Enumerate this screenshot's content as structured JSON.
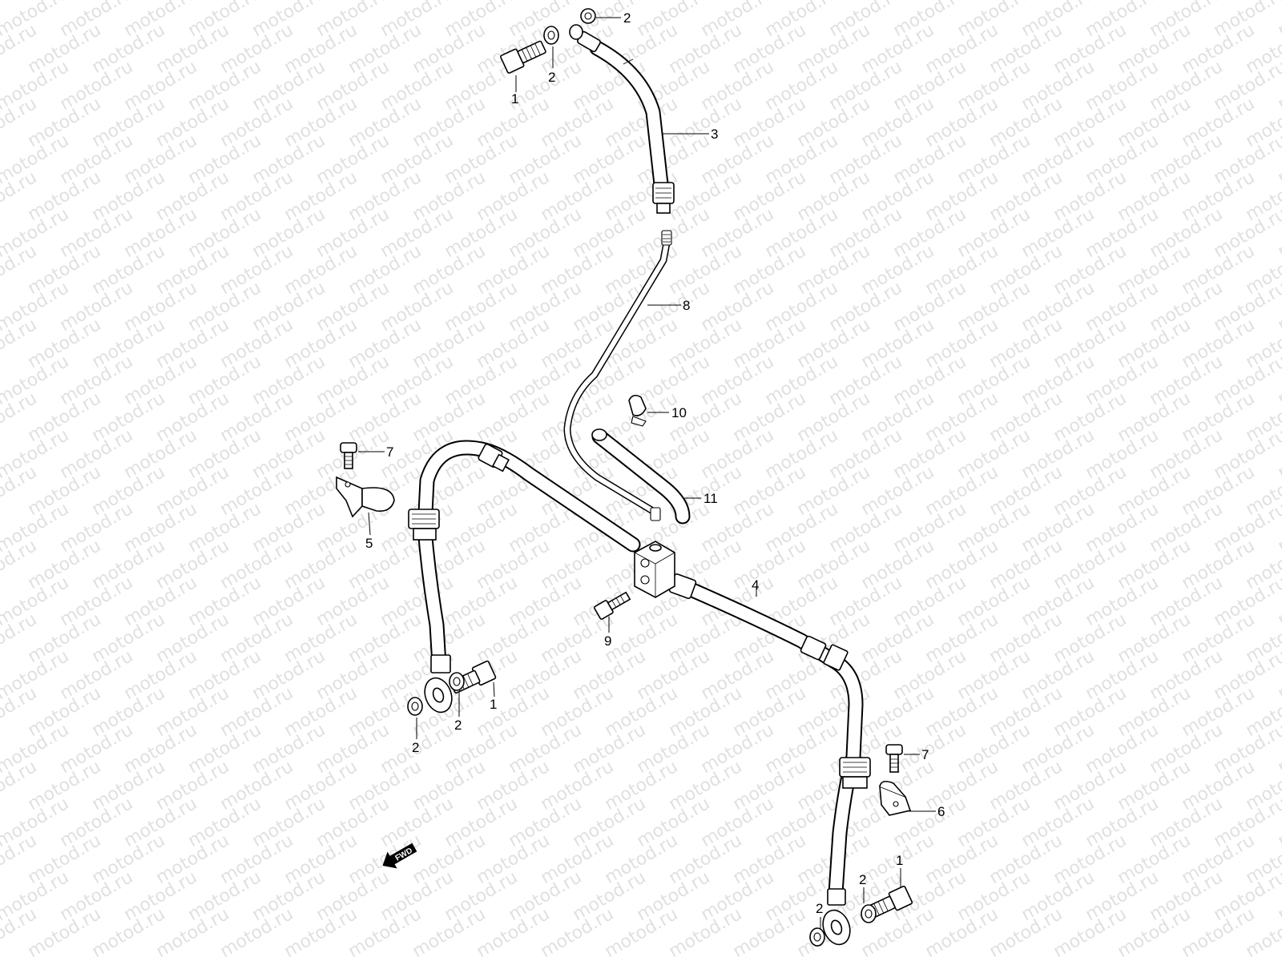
{
  "watermark": {
    "text": "motod.ru",
    "color": "#c8c8c8"
  },
  "fwd_label": "FWD",
  "callouts": [
    {
      "id": "c1a",
      "label": "1"
    },
    {
      "id": "c2a",
      "label": "2"
    },
    {
      "id": "c2b",
      "label": "2"
    },
    {
      "id": "c3",
      "label": "3"
    },
    {
      "id": "c8",
      "label": "8"
    },
    {
      "id": "c10",
      "label": "10"
    },
    {
      "id": "c11",
      "label": "11"
    },
    {
      "id": "c7a",
      "label": "7"
    },
    {
      "id": "c5",
      "label": "5"
    },
    {
      "id": "c4",
      "label": "4"
    },
    {
      "id": "c9",
      "label": "9"
    },
    {
      "id": "c1b",
      "label": "1"
    },
    {
      "id": "c2c",
      "label": "2"
    },
    {
      "id": "c2d",
      "label": "2"
    },
    {
      "id": "c7b",
      "label": "7"
    },
    {
      "id": "c6",
      "label": "6"
    },
    {
      "id": "c1c",
      "label": "1"
    },
    {
      "id": "c2e",
      "label": "2"
    },
    {
      "id": "c2f",
      "label": "2"
    }
  ]
}
